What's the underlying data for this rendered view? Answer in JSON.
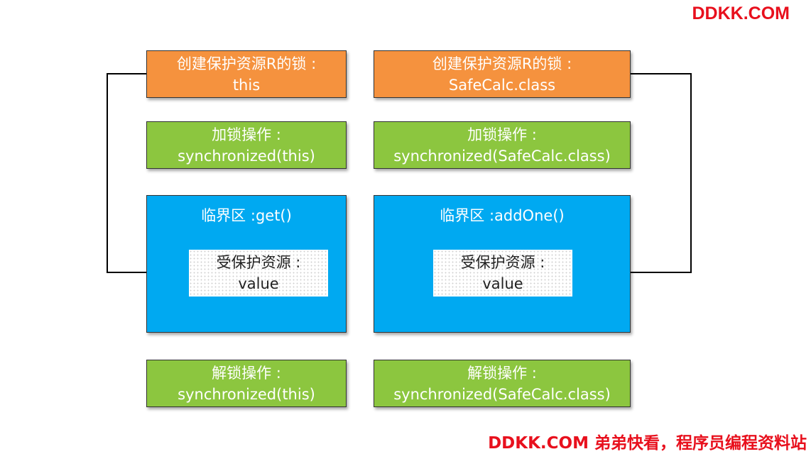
{
  "watermark": {
    "top": "DDKK.COM",
    "bottom": "DDKK.COM 弟弟快看，程序员编程资料站"
  },
  "left": {
    "create_lock": {
      "label": "创建保护资源R的锁 :",
      "value": "this"
    },
    "lock_op": {
      "label": "加锁操作 :",
      "value": "synchronized(this)"
    },
    "critical_section": {
      "label": "临界区 :get()"
    },
    "resource": {
      "label": "受保护资源 :",
      "value": "value"
    },
    "unlock_op": {
      "label": "解锁操作 :",
      "value": "synchronized(this)"
    }
  },
  "right": {
    "create_lock": {
      "label": "创建保护资源R的锁 :",
      "value": "SafeCalc.class"
    },
    "lock_op": {
      "label": "加锁操作 :",
      "value": "synchronized(SafeCalc.class)"
    },
    "critical_section": {
      "label": "临界区 :addOne()"
    },
    "resource": {
      "label": "受保护资源 :",
      "value": "value"
    },
    "unlock_op": {
      "label": "解锁操作 :",
      "value": "synchronized(SafeCalc.class)"
    }
  },
  "colors": {
    "create_lock": "#f5923e",
    "lock_op": "#8cc63f",
    "critical_section": "#00a9f1",
    "resource": "#ffffff",
    "watermark": "#e8101d",
    "connector": "#000000"
  }
}
